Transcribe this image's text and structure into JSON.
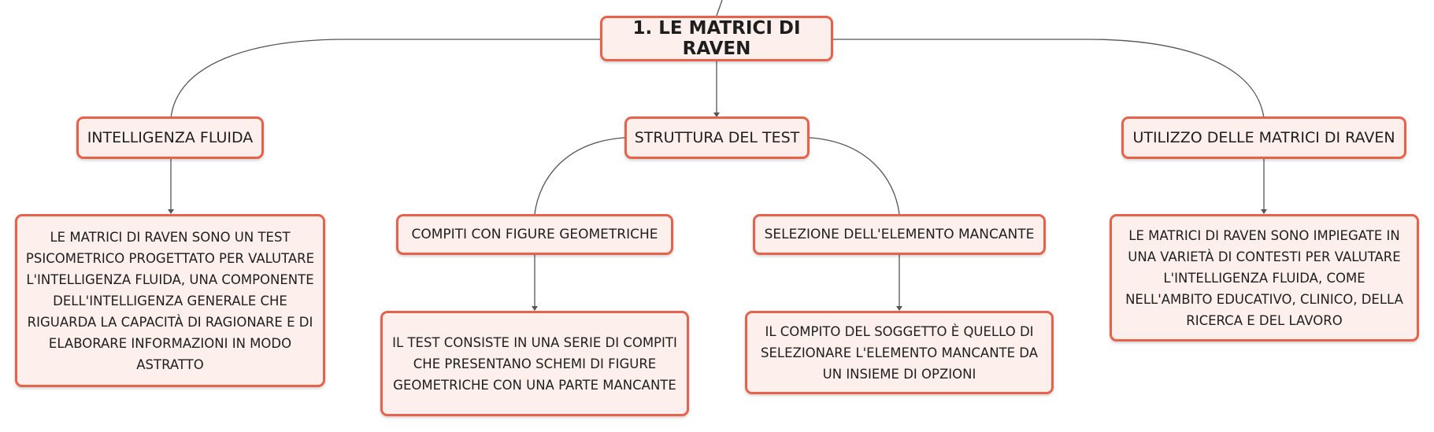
{
  "root": {
    "label": "1. LE MATRICI DI RAVEN"
  },
  "branches": {
    "fluid": {
      "label": "INTELLIGENZA FLUIDA",
      "description": "LE MATRICI DI RAVEN SONO UN TEST PSICOMETRICO PROGETTATO PER VALUTARE L'INTELLIGENZA FLUIDA, UNA COMPONENTE DELL'INTELLIGENZA GENERALE CHE RIGUARDA LA CAPACITÀ DI RAGIONARE E DI ELABORARE INFORMAZIONI IN MODO ASTRATTO"
    },
    "structure": {
      "label": "STRUTTURA DEL TEST",
      "children": {
        "geometric": {
          "label": "COMPITI CON FIGURE GEOMETRICHE",
          "description": "IL TEST CONSISTE IN UNA SERIE DI COMPITI CHE PRESENTANO SCHEMI DI FIGURE GEOMETRICHE CON UNA PARTE MANCANTE"
        },
        "selection": {
          "label": "SELEZIONE DELL'ELEMENTO MANCANTE",
          "description": "IL COMPITO DEL SOGGETTO È QUELLO DI SELEZIONARE L'ELEMENTO MANCANTE DA UN INSIEME DI OPZIONI"
        }
      }
    },
    "usage": {
      "label": "UTILIZZO DELLE MATRICI DI RAVEN",
      "description": "LE MATRICI DI RAVEN SONO IMPIEGATE IN UNA VARIETÀ DI CONTESTI PER VALUTARE L'INTELLIGENZA FLUIDA, COME NELL'AMBITO EDUCATIVO, CLINICO, DELLA RICERCA E DEL LAVORO"
    }
  },
  "colors": {
    "node_border": "#e8614b",
    "node_fill": "#fdf0ec",
    "connector": "#555555",
    "text": "#1e1e1e"
  }
}
